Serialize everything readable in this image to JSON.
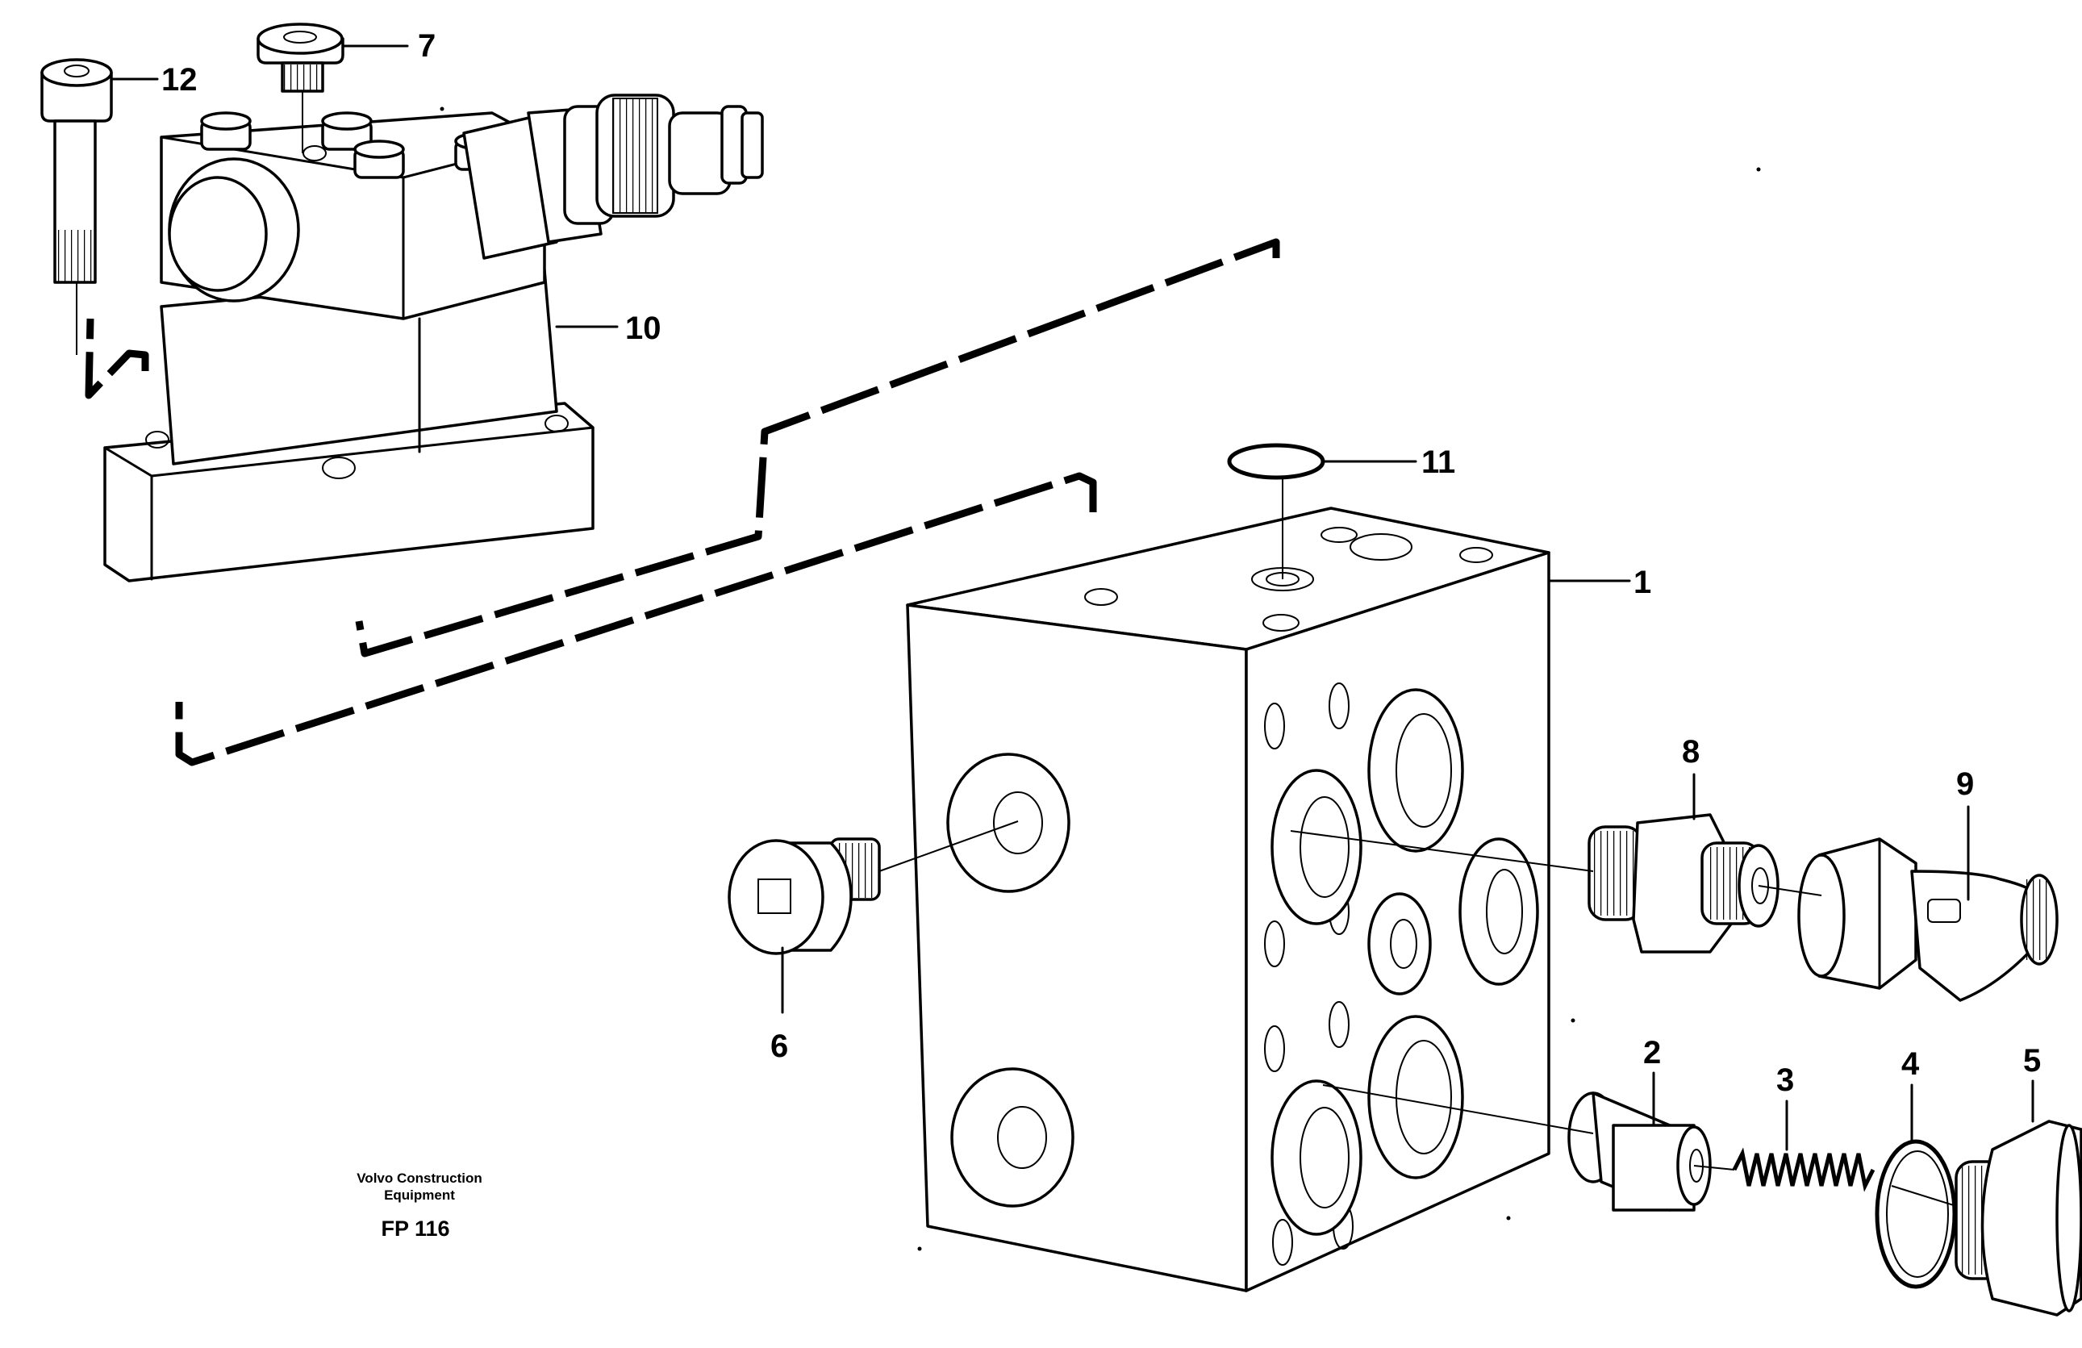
{
  "callouts": {
    "c1": "1",
    "c2": "2",
    "c3": "3",
    "c4": "4",
    "c5": "5",
    "c6": "6",
    "c7": "7",
    "c8": "8",
    "c9": "9",
    "c10": "10",
    "c11": "11",
    "c12": "12"
  },
  "caption": {
    "maker_line1": "Volvo Construction",
    "maker_line2": "Equipment",
    "code": "FP 116"
  }
}
